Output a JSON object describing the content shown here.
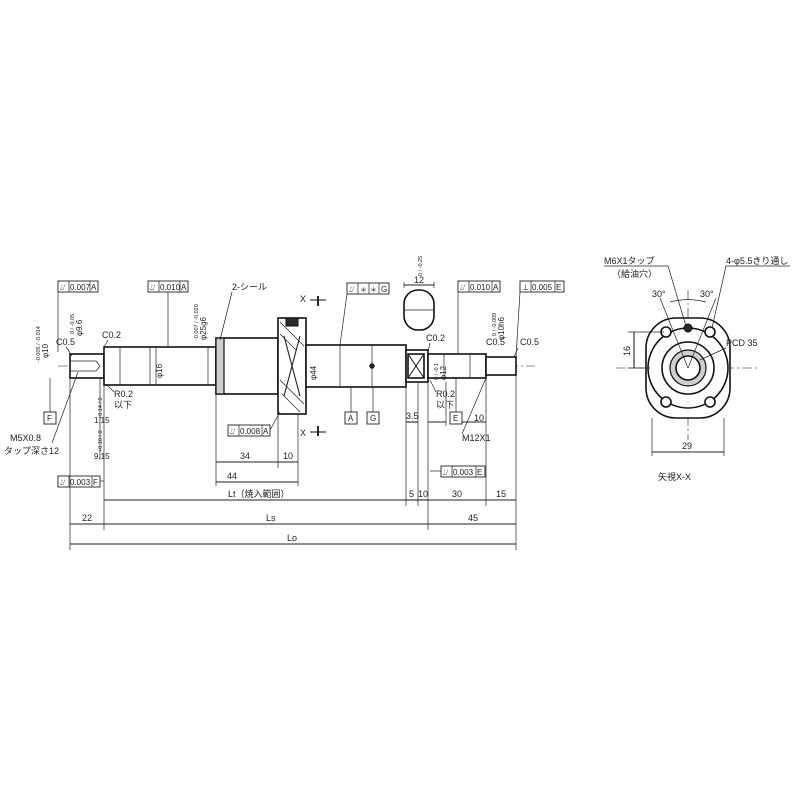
{
  "main_view": {
    "tolerance_frames": [
      {
        "symbol": "⌰",
        "value": "0.007",
        "datum": "A"
      },
      {
        "symbol": "⌰",
        "value": "0.010",
        "datum": "A"
      },
      {
        "symbol": "⌰",
        "value": "0.010",
        "datum": "A"
      },
      {
        "symbol": "⊥",
        "value": "0.005",
        "datum": "E"
      },
      {
        "symbol": "⌰",
        "value": "0.008",
        "datum": "A"
      },
      {
        "symbol": "⌰",
        "value": "0.003",
        "datum": "F"
      },
      {
        "symbol": "⌰",
        "value": "0.003",
        "datum": "E"
      }
    ],
    "center_frame": {
      "symbol": "⌰",
      "value": "＊",
      "datum": "＊",
      "datum2": "G"
    },
    "datums": [
      "F",
      "A",
      "G",
      "E"
    ],
    "labels": {
      "seal": "2-シール",
      "c02_left": "C0.2",
      "c05_left": "C0.5",
      "c02_right": "C0.2",
      "c05_right": "C0.5",
      "r02_left": "R0.2",
      "ika_left": "以下",
      "r02_right": "R0.2",
      "ika_right": "以下",
      "m5": "M5X0.8",
      "tap_depth": "タップ深さ12",
      "m12": "M12X1",
      "x_top": "X",
      "x_bottom": "X"
    },
    "diameters": {
      "d10": "φ10",
      "d96": "φ9.6",
      "d16": "φ16",
      "d25": "φ25g6",
      "d44": "φ44",
      "d12": "φ12",
      "d10h6": "φ10h6"
    },
    "tolerances": {
      "d10_tol": "-0.005 / -0.014",
      "d96_tol": "0 / -0.05",
      "d25_tol": "-0.007 / -0.020",
      "d12_tol": "0 / -0.1",
      "d10h6_tol": "0 / -0.009",
      "w115_tol": "+0.14 / 0",
      "w915_tol": "+0.10 / 0",
      "flat_tol": "0 / -0.25"
    },
    "dimensions": {
      "flat_width": "12",
      "w115": "1.15",
      "w915": "9.15",
      "d34": "34",
      "d10a": "10",
      "d44": "44",
      "d35": "3.5",
      "d10b": "10",
      "d5": "5",
      "d10c": "10",
      "d30": "30",
      "d15": "15",
      "d22": "22",
      "d45": "45",
      "lt": "Lt（焼入範囲）",
      "ls": "Ls",
      "lo": "Lo"
    }
  },
  "side_view": {
    "tap_label": "M6X1タップ",
    "tap_sub": "（給油穴）",
    "hole_label": "4-φ5.5きり通し",
    "angle1": "30°",
    "angle2": "30°",
    "pcd": "PCD 35",
    "height": "16",
    "width": "29",
    "caption": "矢視X-X"
  }
}
